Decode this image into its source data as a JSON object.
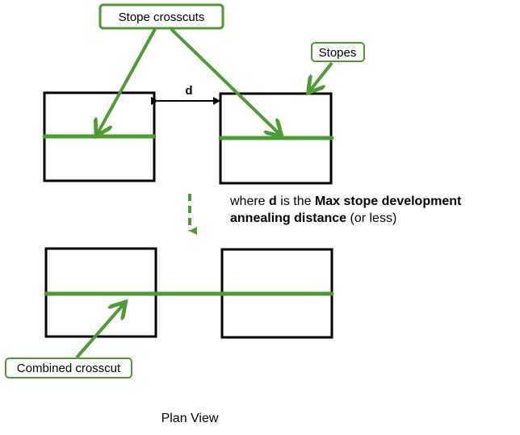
{
  "labels": {
    "stope_crosscuts": "Stope crosscuts",
    "stopes": "Stopes",
    "combined_crosscut": "Combined crosscut",
    "distance": "d",
    "plan_view": "Plan View"
  },
  "note": {
    "part1": "where ",
    "part2": "d",
    "part3": " is the ",
    "part4": "Max stope development",
    "part5": "annealing distance",
    "part6": " (or less)"
  },
  "colors": {
    "green": "#4e9a35",
    "outline": "#000000"
  }
}
